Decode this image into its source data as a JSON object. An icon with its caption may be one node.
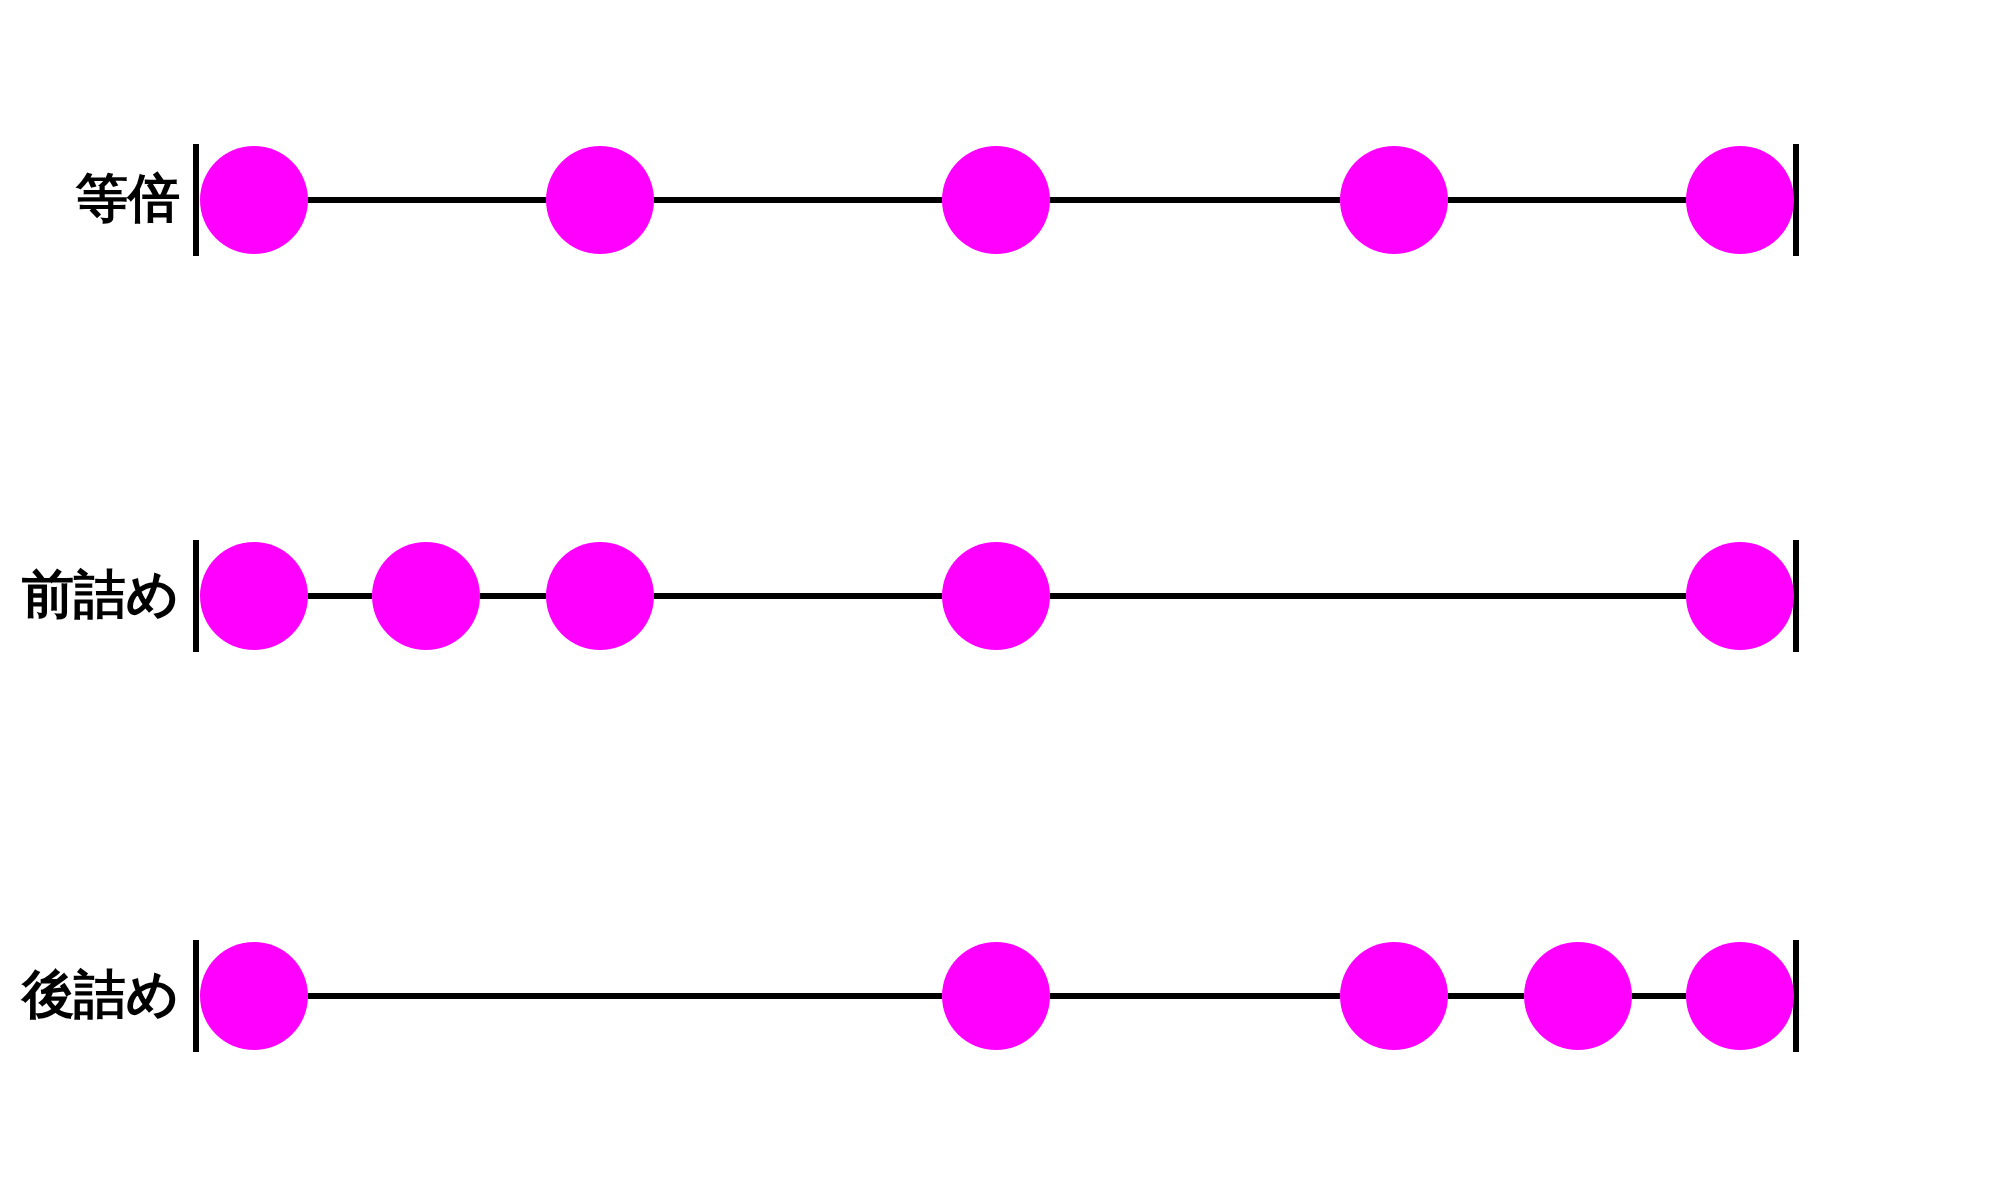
{
  "diagram": {
    "nodes": [
      {
        "text": [],
        "shape": "circle"
      },
      {
        "text": [],
        "shape": "circle"
      },
      {
        "text": [],
        "shape": "circle"
      },
      {
        "text": [],
        "shape": "circle"
      },
      {
        "text": [],
        "shape": "circle"
      },
      {
        "text": [],
        "shape": "circle"
      },
      {
        "text": [],
        "shape": "circle"
      },
      {
        "text": [],
        "shape": "circle"
      },
      {
        "text": [],
        "shape": "circle"
      },
      {
        "text": [],
        "shape": "circle"
      },
      {
        "text": [],
        "shape": "circle"
      },
      {
        "text": [],
        "shape": "circle"
      },
      {
        "text": [],
        "shape": "circle"
      },
      {
        "text": [],
        "shape": "circle"
      },
      {
        "text": [],
        "shape": "circle"
      }
    ],
    "edges": [
      {
        "from": 0,
        "to": 1,
        "arrow": "none"
      },
      {
        "from": 1,
        "to": 2,
        "arrow": "none"
      },
      {
        "from": 2,
        "to": 3,
        "arrow": "none"
      },
      {
        "from": 3,
        "to": 4,
        "arrow": "none"
      },
      {
        "from": 5,
        "to": 6,
        "arrow": "none"
      },
      {
        "from": 6,
        "to": 7,
        "arrow": "none"
      },
      {
        "from": 7,
        "to": 8,
        "arrow": "none"
      },
      {
        "from": 8,
        "to": 9,
        "arrow": "none"
      },
      {
        "from": 10,
        "to": 11,
        "arrow": "none"
      },
      {
        "from": 11,
        "to": 12,
        "arrow": "none"
      },
      {
        "from": 12,
        "to": 13,
        "arrow": "none"
      },
      {
        "from": 13,
        "to": 14,
        "arrow": "none"
      }
    ],
    "labels": [
      "等倍",
      "前詰め",
      "後詰め"
    ]
  }
}
